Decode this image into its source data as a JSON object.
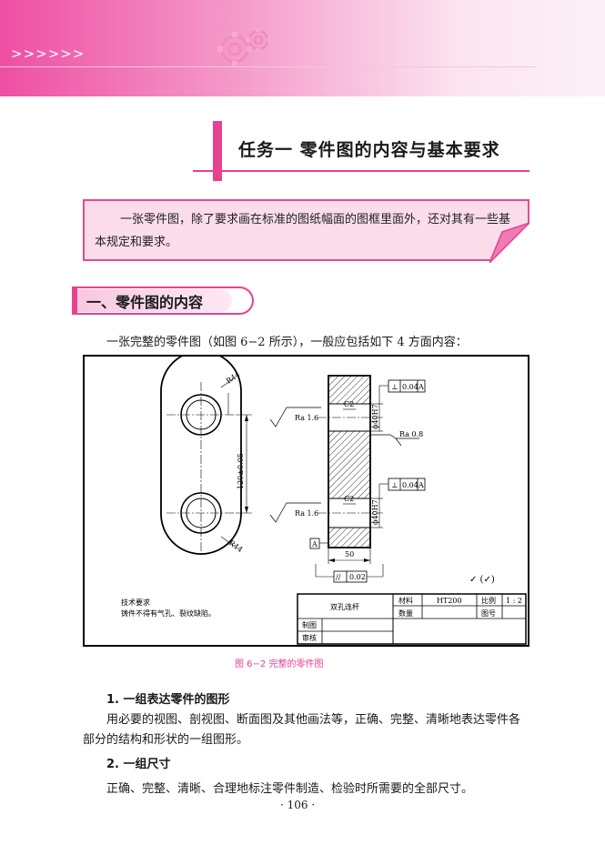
{
  "header": {
    "chevrons": ">>>>>>"
  },
  "task_title": "任务一   零件图的内容与基本要求",
  "intro": "一张零件图，除了要求画在标准的图纸幅面的图框里面外，还对其有一些基本规定和要求。",
  "section1": {
    "title": "一、零件图的内容"
  },
  "para1": "一张完整的零件图（如图 6−2 所示），一般应包括如下 4 方面内容：",
  "drawing": {
    "dims": {
      "r_top": "R44",
      "r_bottom": "R44",
      "center": "120±0.05",
      "width": "50",
      "chamfer_top": "C2",
      "chamfer_bottom": "C2",
      "bore_top": "ϕ40H7",
      "bore_bottom": "ϕ40H7",
      "ra_left_top": "Ra 1.6",
      "ra_right": "Ra 0.8",
      "ra_left_bottom": "Ra 1.6",
      "perp_top": [
        "⊥",
        "0.04",
        "A"
      ],
      "perp_bottom": [
        "⊥",
        "0.04",
        "A"
      ],
      "parallel": [
        "//",
        "0.02"
      ],
      "datum": "A",
      "surface_rest": "✓ (✓)"
    },
    "notes": [
      "技术要求",
      "铸件不得有气孔、裂纹缺陷。"
    ],
    "titleblock": {
      "name": "双孔连杆",
      "material_label": "材料",
      "material": "HT200",
      "scale_label": "比例",
      "scale": "1 : 2",
      "qty_label": "数量",
      "drawing_no_label": "图号",
      "drawn_label": "制图",
      "checked_label": "审核"
    }
  },
  "caption": "图 6−2    完整的零件图",
  "item1": {
    "heading": "1.  一组表达零件的图形",
    "text": "用必要的视图、剖视图、断面图及其他画法等，正确、完整、清晰地表达零件各部分的结构和形状的一组图形。"
  },
  "item2": {
    "heading": "2.  一组尺寸",
    "text": "正确、完整、清晰、合理地标注零件制造、检验时所需要的全部尺寸。"
  },
  "page_number": "· 106 ·",
  "colors": {
    "accent": "#e8418f",
    "box_fill": "#fbdceb"
  }
}
